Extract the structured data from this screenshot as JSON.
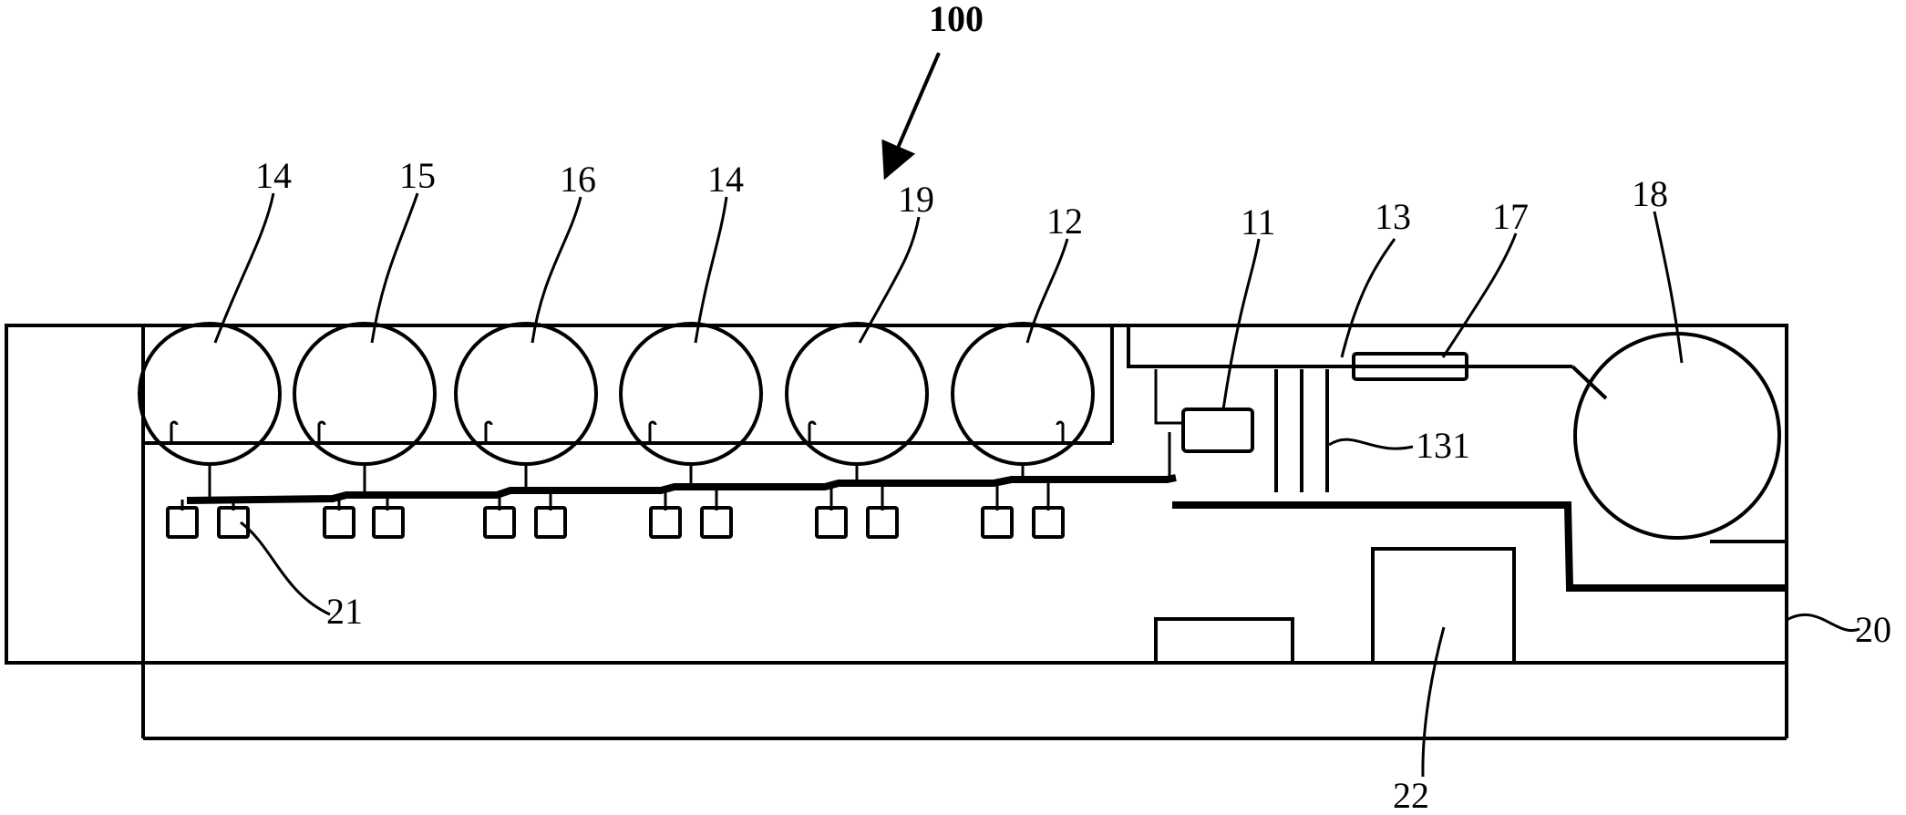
{
  "figure_ref": "100",
  "labels": {
    "l14a": "14",
    "l15": "15",
    "l16": "16",
    "l14b": "14",
    "l19": "19",
    "l12": "12",
    "l11": "11",
    "l13": "13",
    "l17": "17",
    "l18": "18",
    "l131": "131",
    "l21": "21",
    "l20": "20",
    "l22": "22"
  }
}
